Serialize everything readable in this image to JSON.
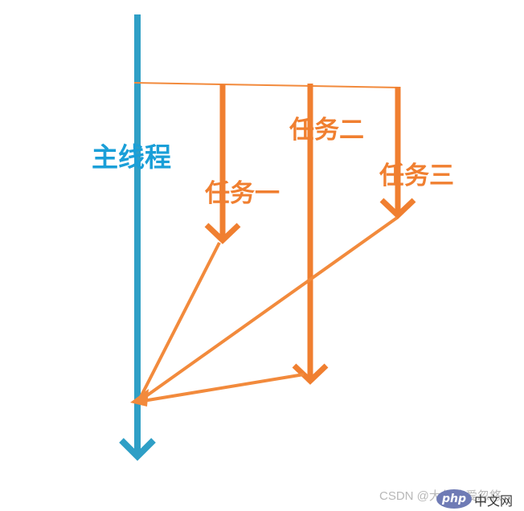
{
  "labels": {
    "main_thread": "主线程",
    "task1": "任务一",
    "task2": "任务二",
    "task3": "任务三"
  },
  "watermark": {
    "csdn": "CSDN @大忽悠爱忽悠",
    "logo": "php",
    "site": "中文网"
  },
  "colors": {
    "main_thread": "#2f9fc6",
    "task": "#f07f30",
    "label_main": "#1a9fd8",
    "label_task": "#f07f30"
  }
}
